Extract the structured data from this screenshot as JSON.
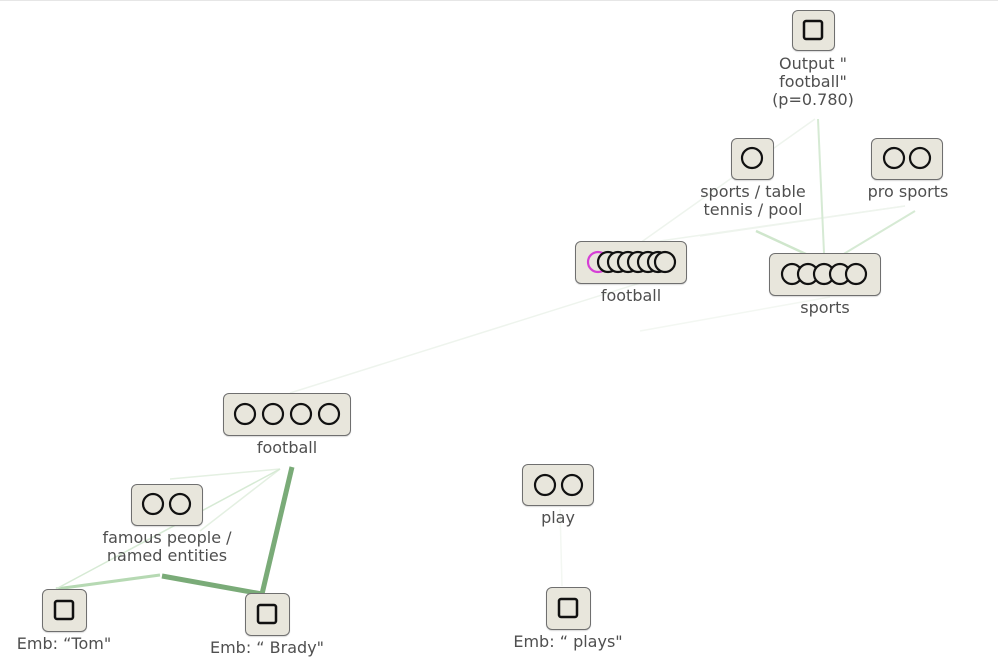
{
  "nodes": {
    "output": {
      "label": "Output \"\nfootball\"\n(p=0.780)",
      "shape": "square-icon",
      "count": 1
    },
    "sports_table": {
      "label": "sports / table\ntennis / pool",
      "shape": "circle",
      "count": 1
    },
    "pro_sports": {
      "label": "pro sports",
      "shape": "circle",
      "count": 2
    },
    "football_top": {
      "label": "football",
      "shape": "circle",
      "count": 7,
      "first_circle_color": "#d63fd6"
    },
    "sports": {
      "label": "sports",
      "shape": "circle",
      "count": 5
    },
    "football_mid": {
      "label": "football",
      "shape": "circle",
      "count": 4
    },
    "famous": {
      "label": "famous people /\nnamed entities",
      "shape": "circle",
      "count": 2
    },
    "play": {
      "label": "play",
      "shape": "circle",
      "count": 2
    },
    "emb_tom": {
      "label": "Emb: “Tom\"",
      "shape": "square-icon",
      "count": 1
    },
    "emb_brady": {
      "label": "Emb: “ Brady\"",
      "shape": "square-icon",
      "count": 1
    },
    "emb_plays": {
      "label": "Emb: “ plays\"",
      "shape": "square-icon",
      "count": 1
    }
  },
  "colors": {
    "node_fill": "#e8e6dc",
    "node_border": "#6f6f6f",
    "edge_strong": "#7aab78",
    "edge_medium": "#a9d1a6",
    "edge_light": "#d6ead4",
    "edge_faint": "#eef4ed"
  }
}
